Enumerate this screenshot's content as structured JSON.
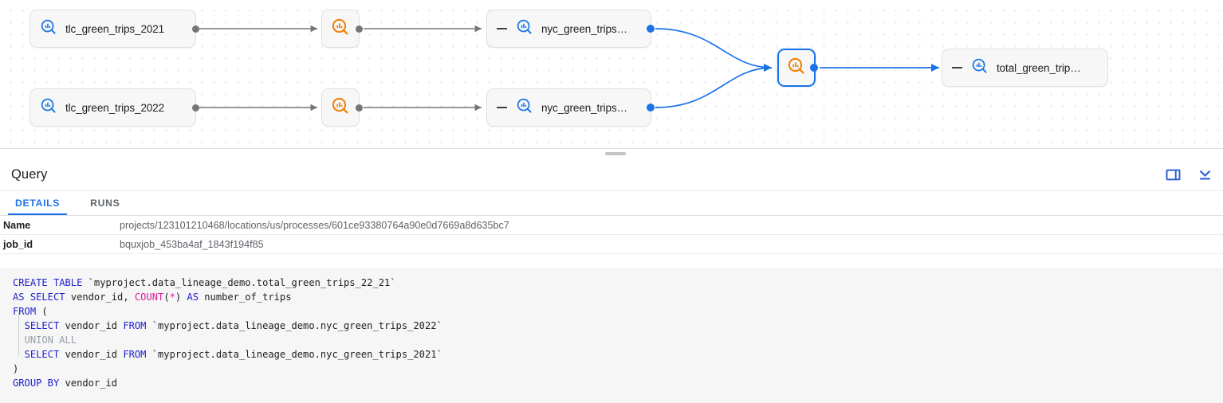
{
  "graph": {
    "nodes": [
      {
        "id": "tlc-2021",
        "type": "table",
        "label": "tlc_green_trips_2021",
        "icon": "bigquery-table-icon",
        "collapsed": true,
        "selected": false
      },
      {
        "id": "tlc-2022",
        "type": "table",
        "label": "tlc_green_trips_2022",
        "icon": "bigquery-table-icon",
        "collapsed": true,
        "selected": false
      },
      {
        "id": "proc-top",
        "type": "process",
        "label": "",
        "icon": "bigquery-query-icon",
        "collapsed": false,
        "selected": false
      },
      {
        "id": "proc-bottom",
        "type": "process",
        "label": "",
        "icon": "bigquery-query-icon",
        "collapsed": false,
        "selected": false
      },
      {
        "id": "nyc-top",
        "type": "table",
        "label": "nyc_green_trips…",
        "icon": "bigquery-table-icon",
        "collapsed": true,
        "selected": false
      },
      {
        "id": "nyc-bottom",
        "type": "table",
        "label": "nyc_green_trips…",
        "icon": "bigquery-table-icon",
        "collapsed": true,
        "selected": false
      },
      {
        "id": "proc-selected",
        "type": "process",
        "label": "",
        "icon": "bigquery-query-icon",
        "collapsed": false,
        "selected": true
      },
      {
        "id": "total-green",
        "type": "table",
        "label": "total_green_trip…",
        "icon": "bigquery-table-icon",
        "collapsed": true,
        "selected": false
      }
    ],
    "colors": {
      "table_icon": "#1a73e8",
      "process_icon": "#f57c00",
      "selected_border": "#1a73e8",
      "edge_gray": "#757575",
      "edge_blue": "#1a73e8",
      "node_bg": "#f7f7f7"
    }
  },
  "panel": {
    "title": "Query",
    "actions": [
      {
        "name": "side-panel-icon",
        "label": "Open side panel"
      },
      {
        "name": "collapse-panel-icon",
        "label": "Collapse panel"
      }
    ],
    "tabs": [
      {
        "id": "details",
        "label": "DETAILS",
        "active": true
      },
      {
        "id": "runs",
        "label": "RUNS",
        "active": false
      }
    ],
    "details": [
      {
        "key": "Name",
        "value": "projects/123101210468/locations/us/processes/601ce93380764a90e0d7669a8d635bc7"
      },
      {
        "key": "job_id",
        "value": "bquxjob_453ba4af_1843f194f85"
      }
    ],
    "sql": {
      "lines": [
        [
          {
            "t": "CREATE TABLE ",
            "c": "kw"
          },
          {
            "t": "`myproject.data_lineage_demo.total_green_trips_22_21`",
            "c": ""
          }
        ],
        [
          {
            "t": "AS SELECT ",
            "c": "kw"
          },
          {
            "t": "vendor_id, ",
            "c": ""
          },
          {
            "t": "COUNT",
            "c": "fn"
          },
          {
            "t": "(",
            "c": ""
          },
          {
            "t": "*",
            "c": "op"
          },
          {
            "t": ") ",
            "c": ""
          },
          {
            "t": "AS ",
            "c": "kw"
          },
          {
            "t": "number_of_trips",
            "c": ""
          }
        ],
        [
          {
            "t": "FROM ",
            "c": "kw"
          },
          {
            "t": "(",
            "c": ""
          }
        ],
        [
          {
            "t": "  ",
            "c": ""
          },
          {
            "t": "SELECT ",
            "c": "kw"
          },
          {
            "t": "vendor_id ",
            "c": ""
          },
          {
            "t": "FROM ",
            "c": "kw"
          },
          {
            "t": "`myproject.data_lineage_demo.nyc_green_trips_2022`",
            "c": ""
          }
        ],
        [
          {
            "t": "  ",
            "c": ""
          },
          {
            "t": "UNION ALL",
            "c": "dim"
          }
        ],
        [
          {
            "t": "  ",
            "c": ""
          },
          {
            "t": "SELECT ",
            "c": "kw"
          },
          {
            "t": "vendor_id ",
            "c": ""
          },
          {
            "t": "FROM ",
            "c": "kw"
          },
          {
            "t": "`myproject.data_lineage_demo.nyc_green_trips_2021`",
            "c": ""
          }
        ],
        [
          {
            "t": ")",
            "c": ""
          }
        ],
        [
          {
            "t": "GROUP BY ",
            "c": "kw"
          },
          {
            "t": "vendor_id",
            "c": ""
          }
        ]
      ]
    }
  }
}
